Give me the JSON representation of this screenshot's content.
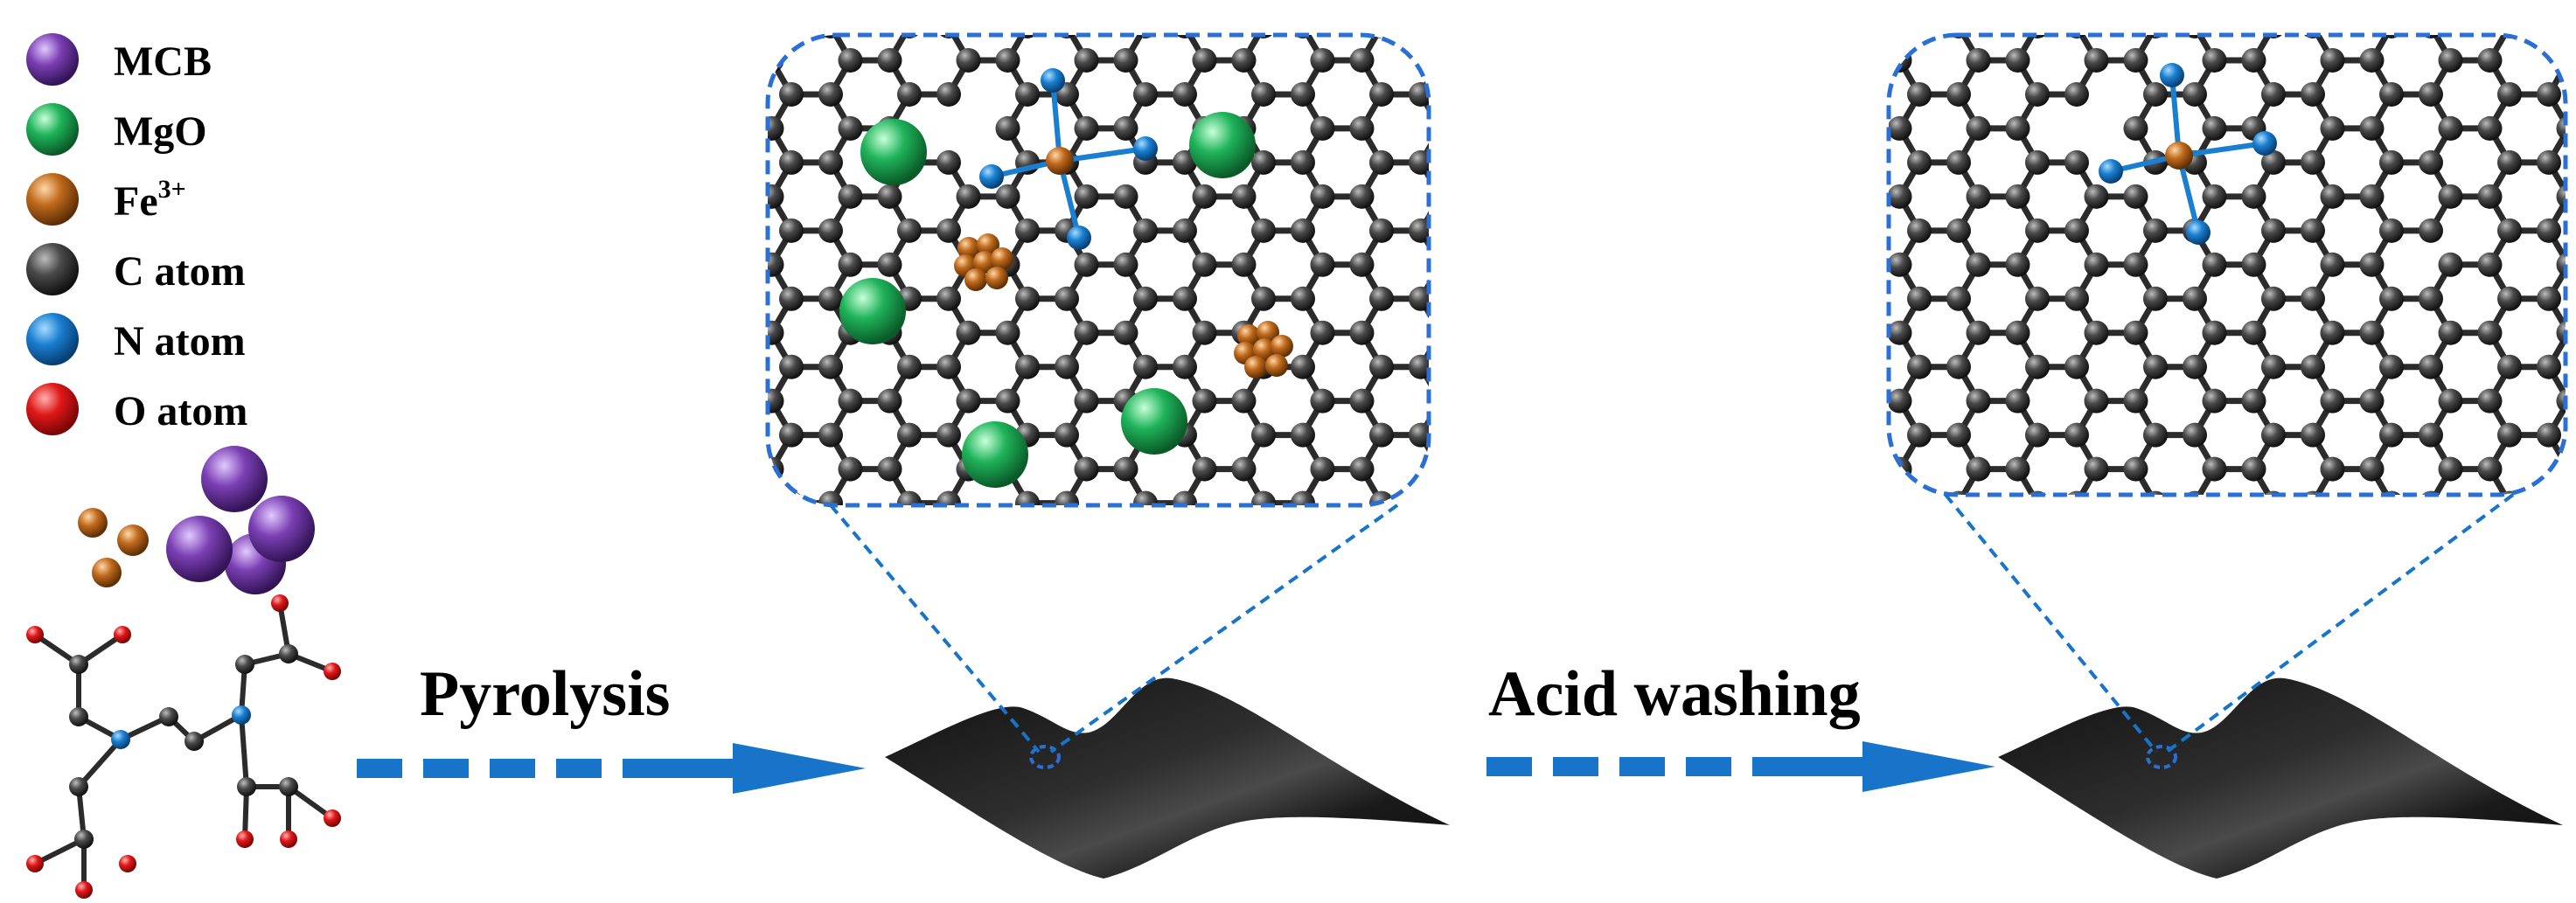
{
  "legend": [
    {
      "label": "MCB",
      "sup": "",
      "color": "#7b3fb3",
      "icon": "purple-sphere-icon"
    },
    {
      "label": "MgO",
      "sup": "",
      "color": "#1fb35a",
      "icon": "green-sphere-icon"
    },
    {
      "label": "Fe",
      "sup": "3+",
      "color": "#c06a1c",
      "icon": "orange-sphere-icon"
    },
    {
      "label": "C atom",
      "sup": "",
      "color": "#3a3a3a",
      "icon": "gray-sphere-icon"
    },
    {
      "label": "N atom",
      "sup": "",
      "color": "#1a7fd0",
      "icon": "blue-sphere-icon"
    },
    {
      "label": "O atom",
      "sup": "",
      "color": "#e01818",
      "icon": "red-sphere-icon"
    }
  ],
  "steps": {
    "pyrolysis": "Pyrolysis",
    "acid_washing": "Acid washing"
  },
  "colors": {
    "arrow": "#1774c8",
    "zoom_border": "#2a6fd6",
    "sheet": "#1c1c1c",
    "bond": "#2b2b2b",
    "carbon": "#3a3a3a",
    "nitrogen": "#1a7fd0",
    "oxygen": "#e01818",
    "iron": "#c06a1c",
    "mgo": "#1fb35a",
    "mcb": "#7b3fb3"
  }
}
